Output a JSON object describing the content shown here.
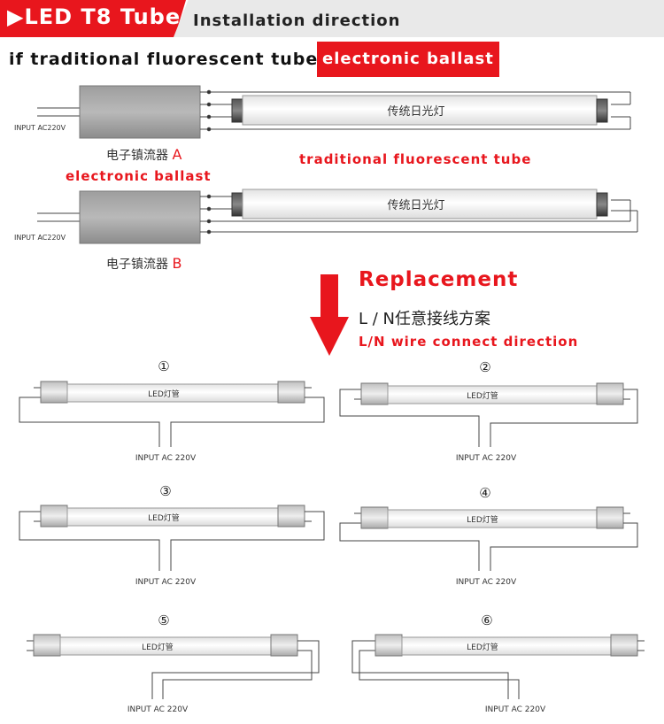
{
  "header": {
    "title": "▶LED T8 Tube",
    "subtitle": "Installation direction"
  },
  "intro": {
    "label": "if traditional fluorescent tube:",
    "badge": "electronic ballast"
  },
  "ballast_section": {
    "input_label": "INPUT AC220V",
    "tube_label": "传统日光灯",
    "ballast_a": {
      "label": "电子镇流器",
      "letter": "A"
    },
    "ballast_b": {
      "label": "电子镇流器",
      "letter": "B"
    },
    "electronic_ballast_caption": "electronic ballast",
    "tube_caption": "traditional fluorescent tube"
  },
  "replacement": {
    "title": "Replacement",
    "chinese": "L / N任意接线方案",
    "english": "L/N wire connect direction"
  },
  "led_section": {
    "tube_label": "LED灯管",
    "input_label": "INPUT AC 220V",
    "numbers": [
      "①",
      "②",
      "③",
      "④",
      "⑤",
      "⑥"
    ]
  },
  "colors": {
    "accent": "#e8161d",
    "header_gray": "#e9e9e9",
    "line": "#333333"
  }
}
